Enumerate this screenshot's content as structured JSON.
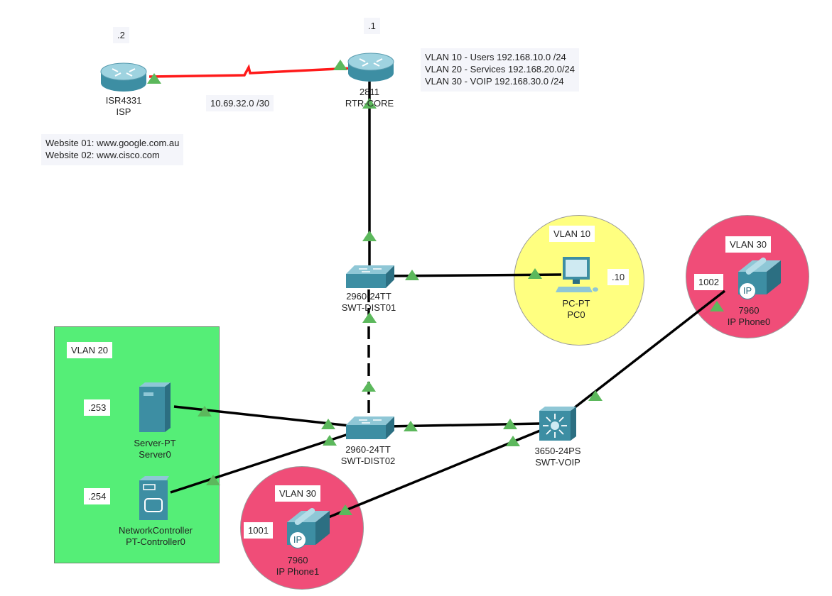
{
  "colors": {
    "serial_link": "#ff1a1a",
    "ethernet_link": "#000000",
    "link_up": "#5cb85c",
    "vlan10_zone": "#ffff80",
    "vlan20_zone": "#55ee77",
    "vlan30_zone": "#f04d78"
  },
  "notes": {
    "isp_ip": ".2",
    "core_ip": ".1",
    "wan_subnet": "10.69.32.0 /30",
    "websites": "Website 01: www.google.com.au\nWebsite 02: www.cisco.com",
    "vlans": "VLAN 10 - Users 192.168.10.0 /24\nVLAN 20 - Services 192.168.20.0/24\nVLAN 30 - VOIP 192.168.30.0 /24"
  },
  "devices": {
    "isp": {
      "model": "ISR4331",
      "name": "ISP"
    },
    "core": {
      "model": "2811",
      "name": "RTR-CORE"
    },
    "dist01": {
      "model": "2960-24TT",
      "name": "SWT-DIST01"
    },
    "dist02": {
      "model": "2960-24TT",
      "name": "SWT-DIST02"
    },
    "voip": {
      "model": "3650-24PS",
      "name": "SWT-VOIP"
    },
    "pc0": {
      "model": "PC-PT",
      "name": "PC0",
      "ip": ".10"
    },
    "phone0": {
      "model": "7960",
      "name": "IP Phone0",
      "ext": "1002",
      "badge": "IP"
    },
    "phone1": {
      "model": "7960",
      "name": "IP Phone1",
      "ext": "1001",
      "badge": "IP"
    },
    "server0": {
      "model": "Server-PT",
      "name": "Server0",
      "ip": ".253"
    },
    "controller0": {
      "model": "NetworkController",
      "name": "PT-Controller0",
      "ip": ".254"
    }
  },
  "zones": {
    "vlan10": "VLAN 10",
    "vlan20": "VLAN 20",
    "vlan30a": "VLAN 30",
    "vlan30b": "VLAN 30"
  }
}
